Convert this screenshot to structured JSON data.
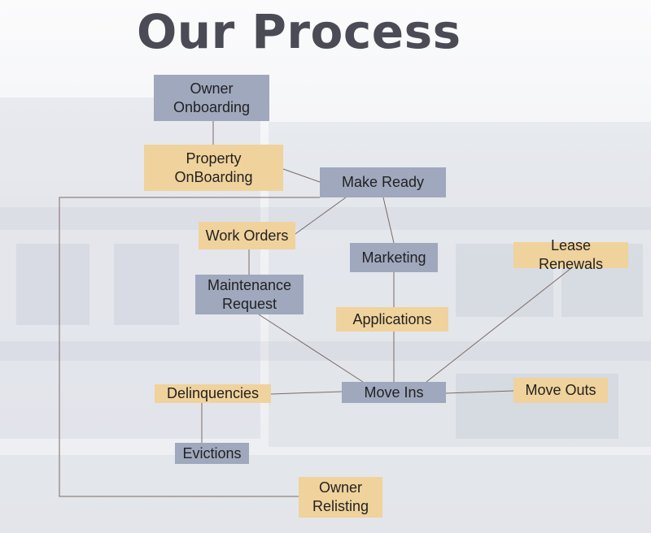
{
  "title": "Our Process",
  "colors": {
    "blue_box": "#9fa8bd",
    "gold_box": "#f0d29c",
    "connector": "#7b6a66",
    "title": "#4a4b55"
  },
  "nodes": {
    "owner_onboarding": "Owner\nOnboarding",
    "property_onboarding": "Property\nOnBoarding",
    "make_ready": "Make Ready",
    "work_orders": "Work Orders",
    "marketing": "Marketing",
    "lease_renewals": "Lease Renewals",
    "maintenance_request": "Maintenance\nRequest",
    "applications": "Applications",
    "delinquencies": "Delinquencies",
    "move_ins": "Move Ins",
    "move_outs": "Move Outs",
    "evictions": "Evictions",
    "owner_relisting": "Owner\nRelisting"
  }
}
